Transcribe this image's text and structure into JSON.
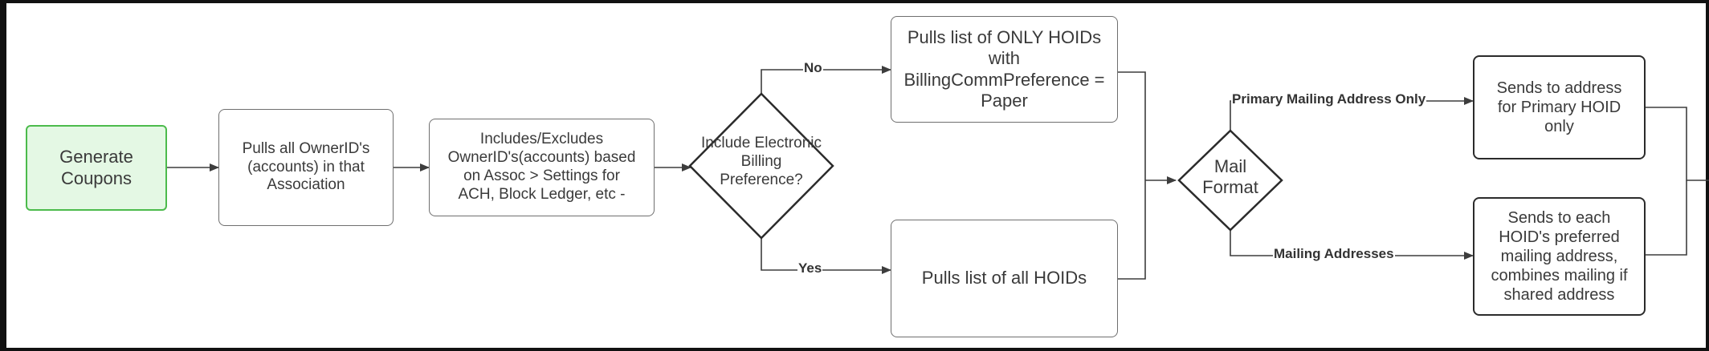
{
  "nodes": {
    "generate": "Generate\nCoupons",
    "pull_all_owners": "Pulls all OwnerID's\n(accounts) in that\nAssociation",
    "include_exclude": "Includes/Excludes\nOwnerID's(accounts) based\non Assoc > Settings for\nACH, Block Ledger, etc -",
    "decision_billing": "Include Electronic\nBilling\nPreference?",
    "paper_only": "Pulls list of ONLY HOIDs\nwith\nBillingCommPreference =\nPaper",
    "all_hoids": "Pulls list of all HOIDs",
    "decision_mail": "Mail\nFormat",
    "primary_addr": "Sends to address\nfor Primary HOID\nonly",
    "preferred_addr": "Sends to each\nHOID's preferred\nmailing address,\ncombines mailing if\nshared address"
  },
  "edge_labels": {
    "no": "No",
    "yes": "Yes",
    "primary_only": "Primary Mailing Address Only",
    "mailing_addresses": "Mailing Addresses"
  },
  "colors": {
    "start_fill": "#e4f8e4",
    "start_border": "#4cbb4c",
    "line": "#3d3d3d"
  }
}
